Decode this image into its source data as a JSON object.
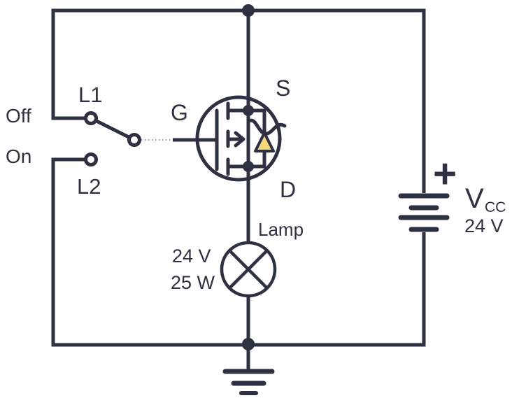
{
  "diagram": {
    "type": "circuit-schematic",
    "description": "P-channel MOSFET high-side switch driving a lamp from a 24 V supply",
    "colors": {
      "wire": "#2d3142",
      "diode_fill": "#f6d67a",
      "background": "#ffffff"
    },
    "switch": {
      "off_label": "Off",
      "on_label": "On",
      "l1_label": "L1",
      "l2_label": "L2",
      "state": "Off"
    },
    "mosfet": {
      "gate_label": "G",
      "source_label": "S",
      "drain_label": "D",
      "channel": "p-channel"
    },
    "lamp": {
      "name": "Lamp",
      "voltage": "24 V",
      "power": "25 W"
    },
    "battery": {
      "polarity": "+",
      "name": "V",
      "name_subscript": "CC",
      "voltage": "24 V"
    }
  }
}
